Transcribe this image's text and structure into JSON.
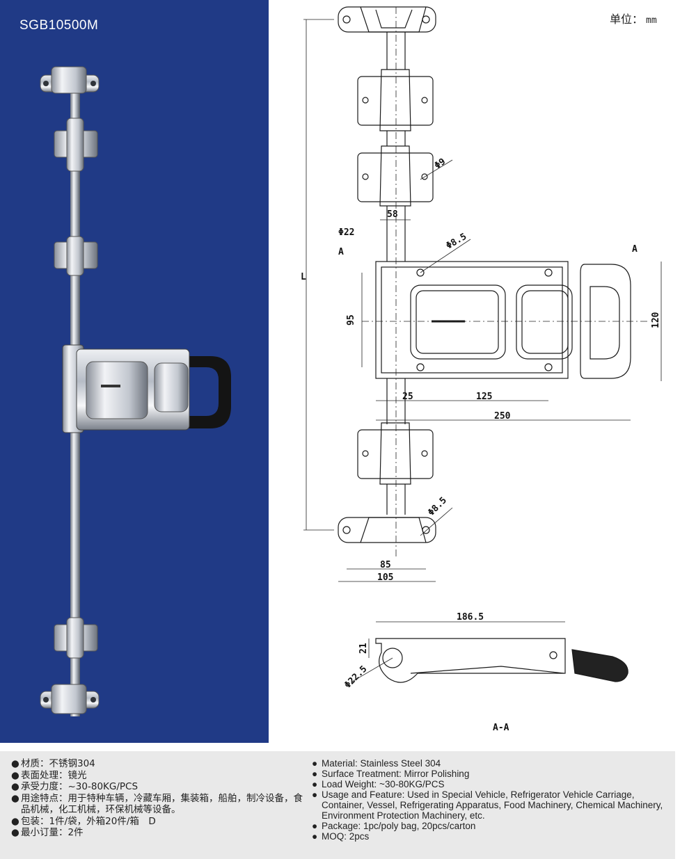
{
  "photo": {
    "model": "SGB10500M"
  },
  "drawing": {
    "unit_label": "单位：",
    "unit_value": "mm",
    "dims": {
      "L": "L",
      "d9": "Φ9",
      "w58": "58",
      "d22": "Φ22",
      "section_left": "A",
      "section_right": "A",
      "d85_top": "Φ8.5",
      "h95": "95",
      "h120": "120",
      "w25": "25",
      "w125": "125",
      "w250": "250",
      "d85_bottom": "Φ8.5",
      "w85": "85",
      "w105": "105",
      "w186": "186.5",
      "h21": "21",
      "d225": "Φ22.5",
      "section_caption": "A-A"
    }
  },
  "specs_cn": [
    "材质：不锈钢304",
    "表面处理：镜光",
    "承受力度：~30-80KG/PCS",
    "用途特点：用于特种车辆，冷藏车厢，集装箱，船舶，制冷设备，食品机械，化工机械，环保机械等设备。",
    "包装：1件/袋，外箱20件/箱　D",
    "最小订量：2件"
  ],
  "specs_en": [
    "Material: Stainless Steel 304",
    "Surface Treatment: Mirror Polishing",
    "Load Weight: ~30-80KG/PCS",
    "Usage and Feature: Used in Special Vehicle, Refrigerator Vehicle Carriage, Container, Vessel, Refrigerating Apparatus, Food Machinery, Chemical Machinery, Environment Protection Machinery, etc.",
    "Package: 1pc/poly bag, 20pcs/carton",
    "MOQ: 2pcs"
  ],
  "bullet": "●",
  "colors": {
    "panel_blue": "#203a86",
    "spec_bg": "#e9e9e9"
  }
}
